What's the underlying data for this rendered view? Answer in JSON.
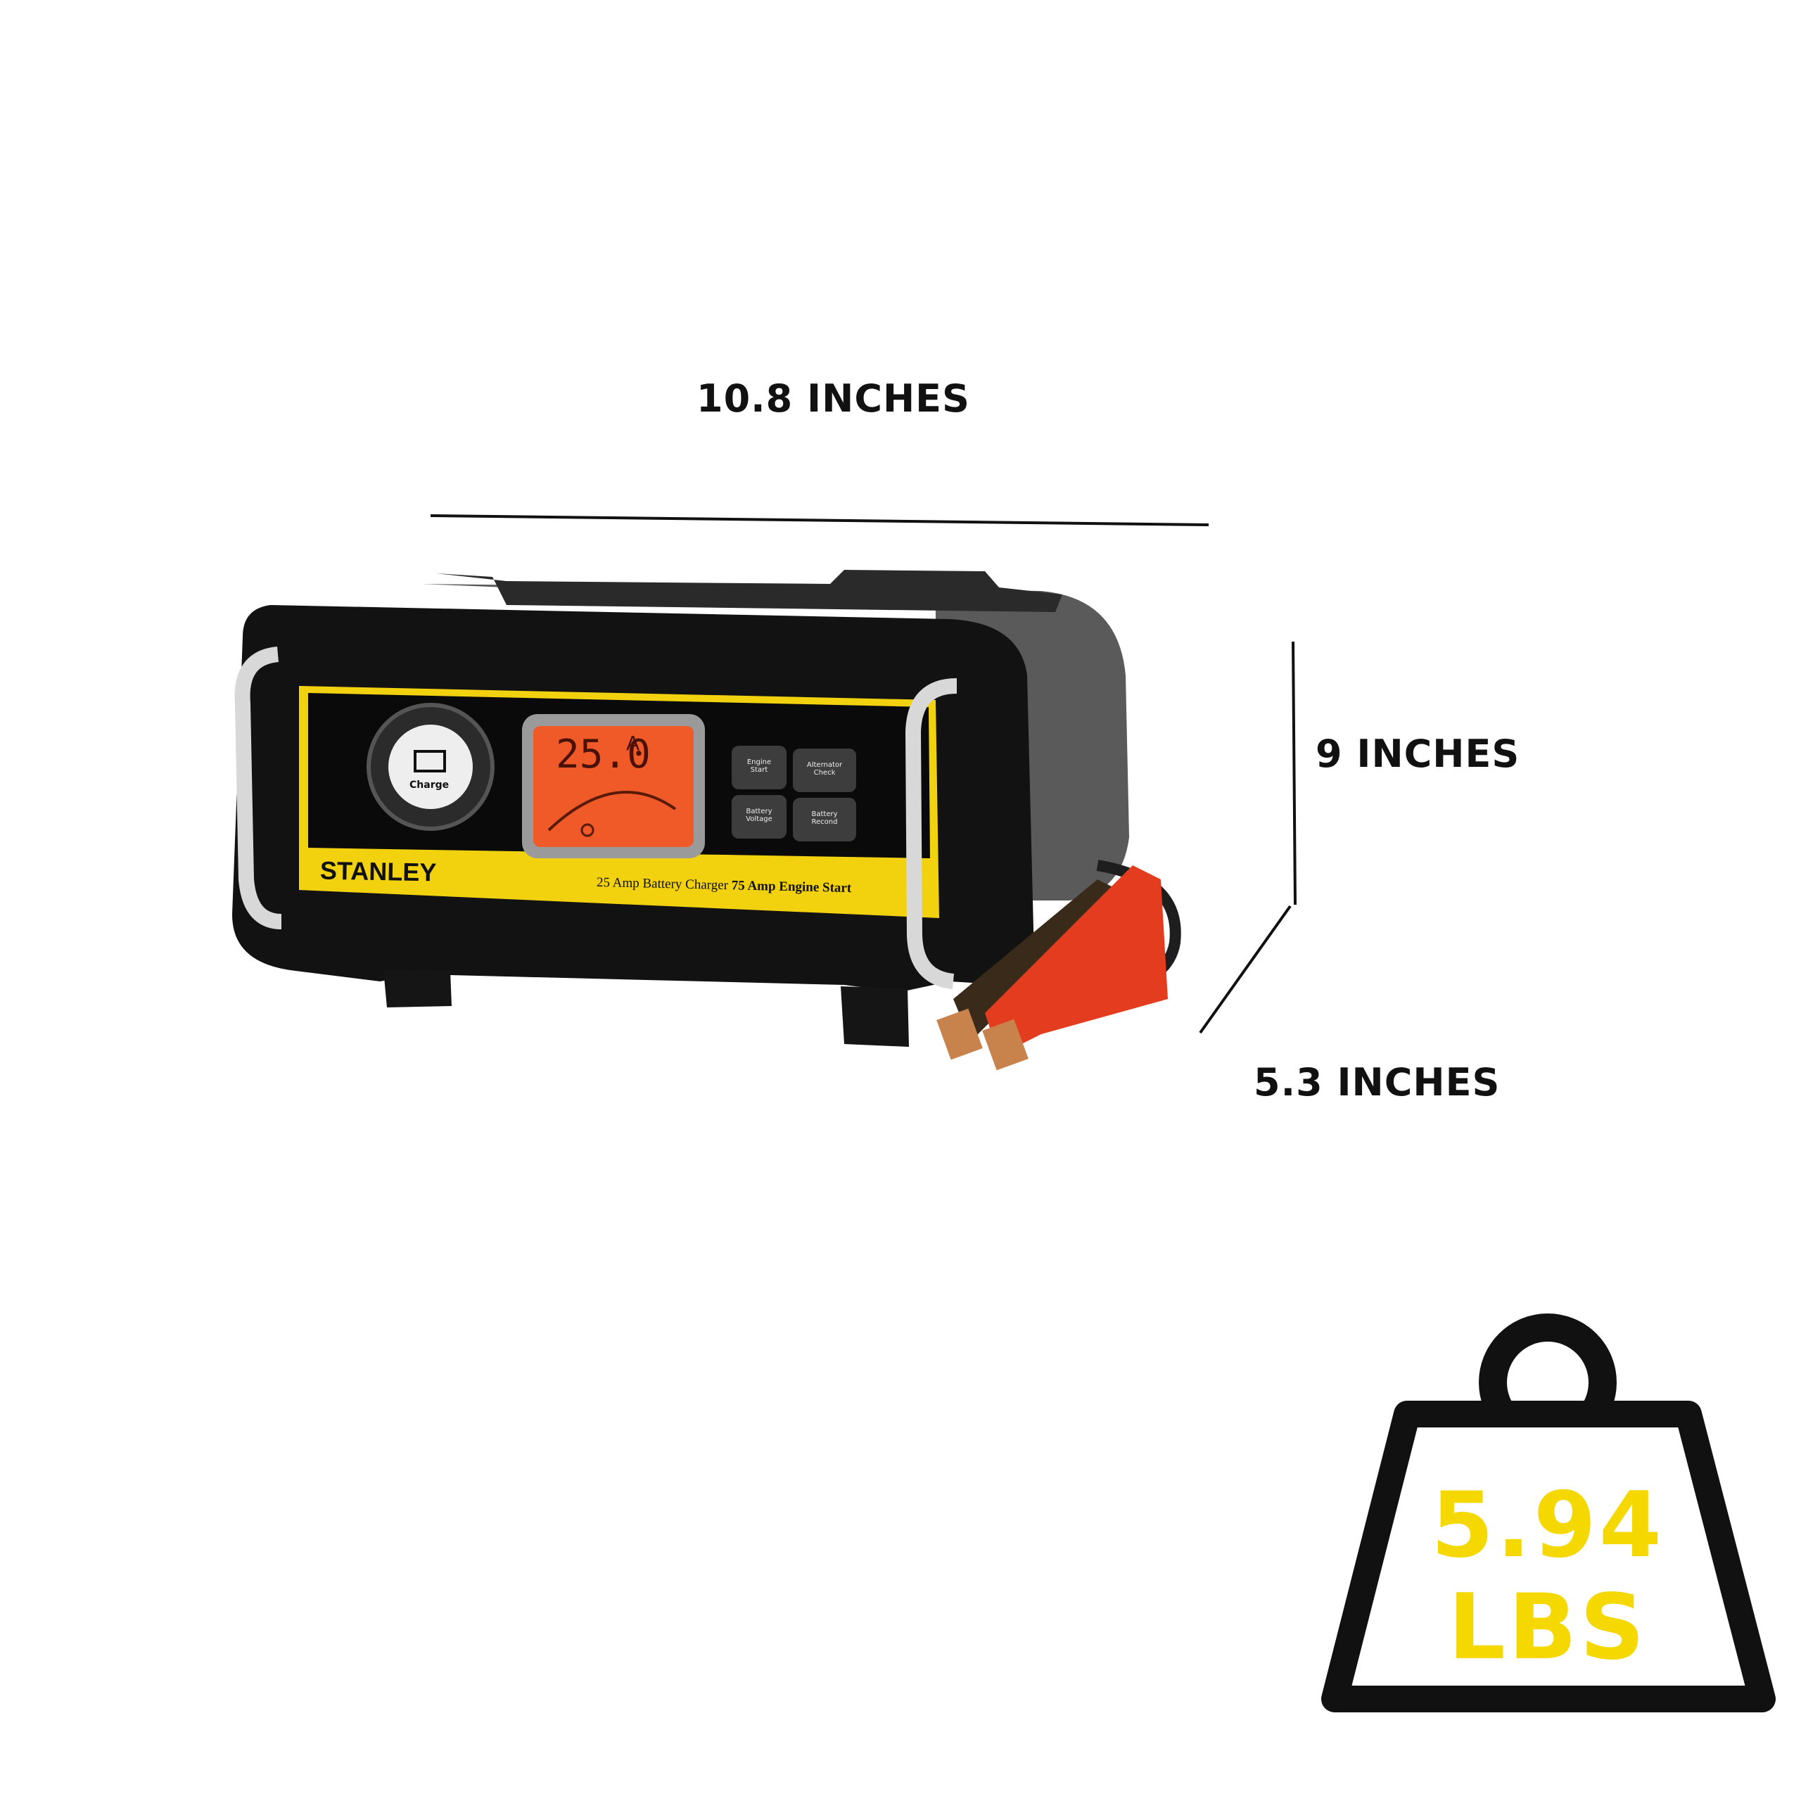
{
  "dimensions": {
    "width_label": "10.8 INCHES",
    "height_label": "9 INCHES",
    "depth_label": "5.3 INCHES"
  },
  "weight": {
    "value": "5.94",
    "unit": "LBS",
    "icon": "weight-icon",
    "text_color": "#f4d800"
  },
  "product": {
    "brand": "STANLEY",
    "tagline_part1": "25 Amp Battery Charger",
    "tagline_part2": "75 Amp Engine Start",
    "display_reading": "25.0",
    "display_unit": "A",
    "charge_button_label": "Charge",
    "mode_buttons": [
      {
        "line1": "Engine",
        "line2": "Start"
      },
      {
        "line1": "Alternator",
        "line2": "Check"
      },
      {
        "line1": "Battery",
        "line2": "Voltage"
      },
      {
        "line1": "Battery",
        "line2": "Recond"
      }
    ],
    "colors": {
      "body": "#111111",
      "accent": "#f2d20f",
      "display": "#f05a28",
      "clamp_red": "#e33c1e"
    }
  }
}
